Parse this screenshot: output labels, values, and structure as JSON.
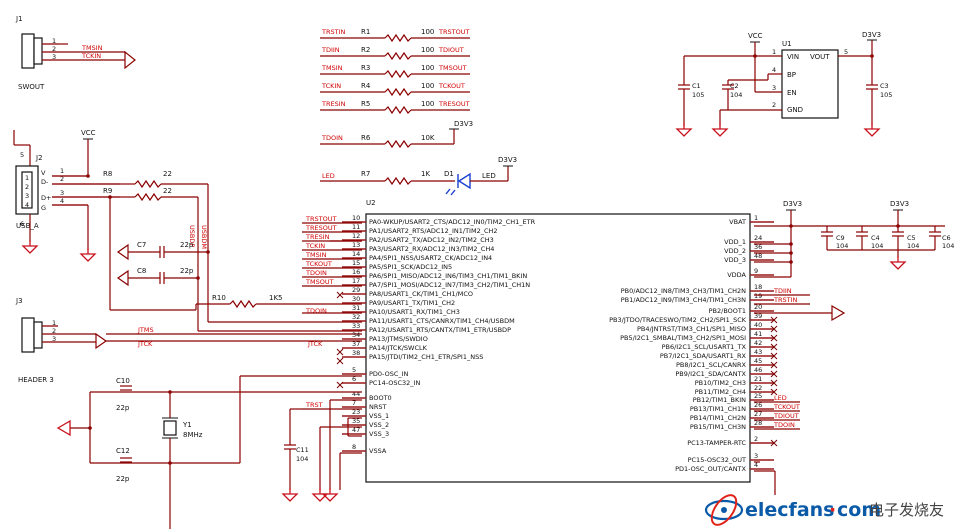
{
  "connectors": {
    "j1": {
      "ref": "J1",
      "name": "SWOUT",
      "pins": [
        "1",
        "2",
        "3"
      ],
      "nets": [
        "TMSIN",
        "TCKIN"
      ]
    },
    "j2": {
      "ref": "J2",
      "name": "USB_A",
      "pins": [
        "1",
        "2",
        "3",
        "4"
      ],
      "pin_names": [
        "V",
        "D-",
        "D+",
        "G"
      ],
      "shield": [
        "5",
        "6"
      ],
      "side_nums": [
        "1",
        "2",
        "3",
        "4"
      ]
    },
    "j3": {
      "ref": "J3",
      "name": "HEADER 3",
      "pins": [
        "1",
        "2",
        "3"
      ],
      "nets": [
        "JTMS",
        "JTCK"
      ]
    }
  },
  "series_resistors": [
    {
      "net_in": "TRSTIN",
      "ref": "R1",
      "value": "100",
      "net_out": "TRSTOUT"
    },
    {
      "net_in": "TDIIN",
      "ref": "R2",
      "value": "100",
      "net_out": "TDIOUT"
    },
    {
      "net_in": "TMSIN",
      "ref": "R3",
      "value": "100",
      "net_out": "TMSOUT"
    },
    {
      "net_in": "TCKIN",
      "ref": "R4",
      "value": "100",
      "net_out": "TCKOUT"
    },
    {
      "net_in": "TRESIN",
      "ref": "R5",
      "value": "100",
      "net_out": "TRESOUT"
    }
  ],
  "r6": {
    "net": "TDOIN",
    "ref": "R6",
    "value": "10K",
    "rail": "D3V3"
  },
  "led_branch": {
    "net": "LED",
    "ref": "R7",
    "value": "1K",
    "diode_ref": "D1",
    "diode_label": "LED",
    "rail": "D3V3"
  },
  "regulator": {
    "ref": "U1",
    "vcc": "VCC",
    "out_rail": "D3V3",
    "pins": [
      {
        "num": "1",
        "name": "VIN"
      },
      {
        "num": "3",
        "name": "EN"
      },
      {
        "num": "2",
        "name": "GND"
      },
      {
        "num": "4",
        "name": "BP"
      },
      {
        "num": "5",
        "name": "VOUT"
      }
    ],
    "caps": [
      {
        "ref": "C1",
        "value": "105"
      },
      {
        "ref": "C2",
        "value": "104"
      },
      {
        "ref": "C3",
        "value": "105"
      }
    ]
  },
  "usb_side": {
    "vcc": "VCC",
    "r8": {
      "ref": "R8",
      "value": "22"
    },
    "r9": {
      "ref": "R9",
      "value": "22"
    },
    "c7": {
      "ref": "C7",
      "value": "22p"
    },
    "c8": {
      "ref": "C8",
      "value": "22p"
    },
    "r10": {
      "ref": "R10",
      "value": "1K5"
    },
    "vertical_labels": [
      "USBDP",
      "USBDM"
    ]
  },
  "mcu": {
    "ref": "U2",
    "left_pins": [
      {
        "num": "10",
        "name": "PA0-WKUP/USART2_CTS/ADC12_IN0/TIM2_CH1_ETR",
        "net": "TRSTOUT"
      },
      {
        "num": "11",
        "name": "PA1/USART2_RTS/ADC12_IN1/TIM2_CH2",
        "net": "TRESOUT"
      },
      {
        "num": "12",
        "name": "PA2/USART2_TX/ADC12_IN2/TIM2_CH3",
        "net": "TRESIN"
      },
      {
        "num": "13",
        "name": "PA3/USART2_RX/ADC12_IN3/TIM2_CH4",
        "net": "TCKIN"
      },
      {
        "num": "14",
        "name": "PA4/SPI1_NSS/USART2_CK/ADC12_IN4",
        "net": "TMSIN"
      },
      {
        "num": "15",
        "name": "PA5/SPI1_SCK/ADC12_IN5",
        "net": "TCKOUT"
      },
      {
        "num": "16",
        "name": "PA6/SPI1_MISO/ADC12_IN6/TIM3_CH1/TIM1_BKIN",
        "net": "TDOIN"
      },
      {
        "num": "17",
        "name": "PA7/SPI1_MOSI/ADC12_IN7/TIM3_CH2/TIM1_CH1N",
        "net": "TMSOUT"
      },
      {
        "num": "29",
        "name": "PA8/USART1_CK/TIM1_CH1/MCO",
        "net": ""
      },
      {
        "num": "30",
        "name": "PA9/USART1_TX/TIM1_CH2",
        "net": ""
      },
      {
        "num": "31",
        "name": "PA10/USART1_RX/TIM1_CH3",
        "net": "TDOIN"
      },
      {
        "num": "32",
        "name": "PA11/USART1_CTS/CANRX/TIM1_CH4/USBDM",
        "net": ""
      },
      {
        "num": "33",
        "name": "PA12/USART1_RTS/CANTX/TIM1_ETR/USBDP",
        "net": ""
      },
      {
        "num": "34",
        "name": "PA13/JTMS/SWDIO",
        "net": ""
      },
      {
        "num": "37",
        "name": "PA14/JTCK/SWCLK",
        "net": "JTCK"
      },
      {
        "num": "38",
        "name": "PA15/JTDI/TIM2_CH1_ETR/SPI1_NSS",
        "net": ""
      },
      {
        "num": "5",
        "name": "PD0-OSC_IN",
        "net": ""
      },
      {
        "num": "6",
        "name": "PC14-OSC32_IN",
        "net": ""
      },
      {
        "num": "44",
        "name": "BOOT0",
        "net": ""
      },
      {
        "num": "7",
        "name": "NRST",
        "net": "TRST"
      },
      {
        "num": "23",
        "name": "VSS_1",
        "net": ""
      },
      {
        "num": "35",
        "name": "VSS_2",
        "net": ""
      },
      {
        "num": "47",
        "name": "VSS_3",
        "net": ""
      },
      {
        "num": "8",
        "name": "VSSA",
        "net": ""
      }
    ],
    "right_pins": [
      {
        "num": "1",
        "name": "VBAT",
        "net": ""
      },
      {
        "num": "24",
        "name": "VDD_1",
        "net": ""
      },
      {
        "num": "36",
        "name": "VDD_2",
        "net": ""
      },
      {
        "num": "48",
        "name": "VDD_3",
        "net": ""
      },
      {
        "num": "9",
        "name": "VDDA",
        "net": ""
      },
      {
        "num": "18",
        "name": "PB0/ADC12_IN8/TIM3_CH3/TIM1_CH2N",
        "net": "TDIIN"
      },
      {
        "num": "19",
        "name": "PB1/ADC12_IN9/TIM3_CH4/TIM1_CH3N",
        "net": "TRSTIN"
      },
      {
        "num": "20",
        "name": "PB2/BOOT1",
        "net": ""
      },
      {
        "num": "39",
        "name": "PB3/JTDO/TRACESWO/TIM2_CH2/SPI1_SCK",
        "net": ""
      },
      {
        "num": "40",
        "name": "PB4/JNTRST/TIM3_CH1/SPI1_MISO",
        "net": ""
      },
      {
        "num": "41",
        "name": "PB5/I2C1_SMBAL/TIM3_CH2/SPI1_MOSI",
        "net": ""
      },
      {
        "num": "42",
        "name": "PB6/I2C1_SCL/USART1_TX",
        "net": ""
      },
      {
        "num": "43",
        "name": "PB7/I2C1_SDA/USART1_RX",
        "net": ""
      },
      {
        "num": "45",
        "name": "PB8/I2C1_SCL/CANRX",
        "net": ""
      },
      {
        "num": "46",
        "name": "PB9/I2C1_SDA/CANTX",
        "net": ""
      },
      {
        "num": "21",
        "name": "PB10/TIM2_CH3",
        "net": ""
      },
      {
        "num": "22",
        "name": "PB11/TIM2_CH4",
        "net": ""
      },
      {
        "num": "25",
        "name": "PB12/TIM1_BKIN",
        "net": "LED"
      },
      {
        "num": "26",
        "name": "PB13/TIM1_CH1N",
        "net": "TCKOUT"
      },
      {
        "num": "27",
        "name": "PB14/TIM1_CH2N",
        "net": "TDIOUT"
      },
      {
        "num": "28",
        "name": "PB15/TIM1_CH3N",
        "net": "TDOIN"
      },
      {
        "num": "2",
        "name": "PC13-TAMPER-RTC",
        "net": ""
      },
      {
        "num": "3",
        "name": "PC15-OSC32_OUT",
        "net": ""
      },
      {
        "num": "4",
        "name": "PD1-OSC_OUT/CANTX",
        "net": ""
      }
    ]
  },
  "decoupling": {
    "rails": [
      "D3V3",
      "D3V3"
    ],
    "caps": [
      {
        "ref": "C9",
        "value": "104"
      },
      {
        "ref": "C4",
        "value": "104"
      },
      {
        "ref": "C5",
        "value": "104"
      },
      {
        "ref": "C6",
        "value": "104"
      }
    ]
  },
  "jtms_left_net": "JTMS",
  "jtck_left_net": "JTCK",
  "crystal": {
    "ref": "Y1",
    "value": "8MHz",
    "c10": {
      "ref": "C10",
      "value": "22p"
    },
    "c12": {
      "ref": "C12",
      "value": "22p"
    }
  },
  "reset_cap": {
    "net": "TRST",
    "ref": "C11",
    "value": "104"
  },
  "watermark": {
    "brand": "elecfans",
    "dot": "·",
    "tld": "com",
    "cn": "电子发烧友"
  },
  "colors": {
    "wire": "#8b0000",
    "net_label": "#d00000",
    "ground": "#c8101a",
    "led": "#1a3fd0",
    "brand": "#0b5aa8"
  }
}
